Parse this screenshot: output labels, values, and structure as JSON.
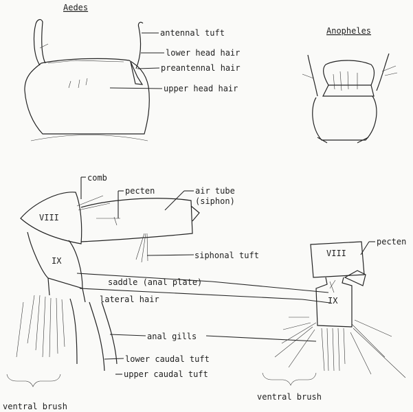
{
  "titles": {
    "aedes": "Aedes",
    "anopheles": "Anopheles"
  },
  "head_labels": {
    "antennal_tuft": "antennal tuft",
    "lower_head_hair": "lower head hair",
    "preantennal_hair": "preantennal hair",
    "upper_head_hair": "upper head hair"
  },
  "body_labels": {
    "comb": "comb",
    "pecten": "pecten",
    "air_tube_1": "air tube",
    "air_tube_2": "(siphon)",
    "siphonal_tuft": "siphonal tuft",
    "saddle": "saddle (anal plate)",
    "lateral_hair": "lateral hair",
    "anal_gills": "anal gills",
    "lower_caudal_tuft": "lower caudal tuft",
    "upper_caudal_tuft": "upper caudal tuft",
    "ventral_brush_left": "ventral brush",
    "pecten_right": "pecten",
    "ventral_brush_right": "ventral brush"
  },
  "segment_labels": {
    "aedes_viii": "VIII",
    "aedes_ix": "IX",
    "anopheles_viii": "VIII",
    "anopheles_ix": "IX"
  }
}
